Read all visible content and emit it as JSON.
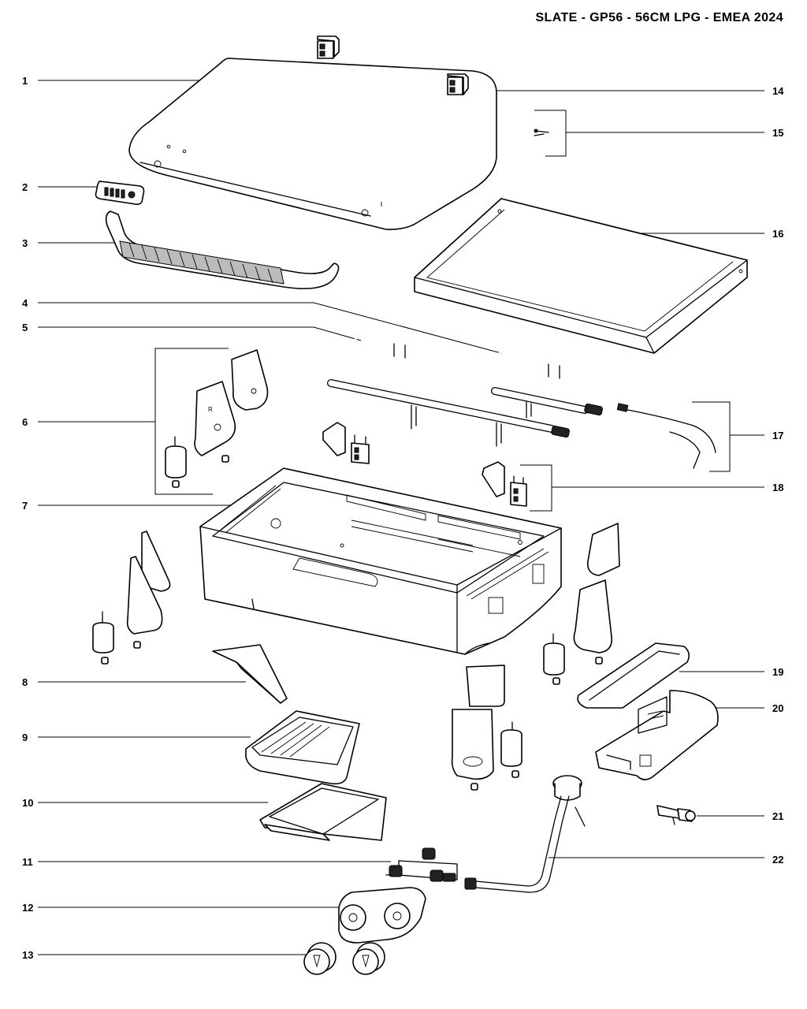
{
  "title": "SLATE - GP56 - 56CM LPG - EMEA 2024",
  "callouts": {
    "c1": "1",
    "c2": "2",
    "c3": "3",
    "c4": "4",
    "c5": "5",
    "c6": "6",
    "c7": "7",
    "c8": "8",
    "c9": "9",
    "c10": "10",
    "c11": "11",
    "c12": "12",
    "c13": "13",
    "c14": "14",
    "c15": "15",
    "c16": "16",
    "c17": "17",
    "c18": "18",
    "c19": "19",
    "c20": "20",
    "c21": "21",
    "c22": "22"
  }
}
